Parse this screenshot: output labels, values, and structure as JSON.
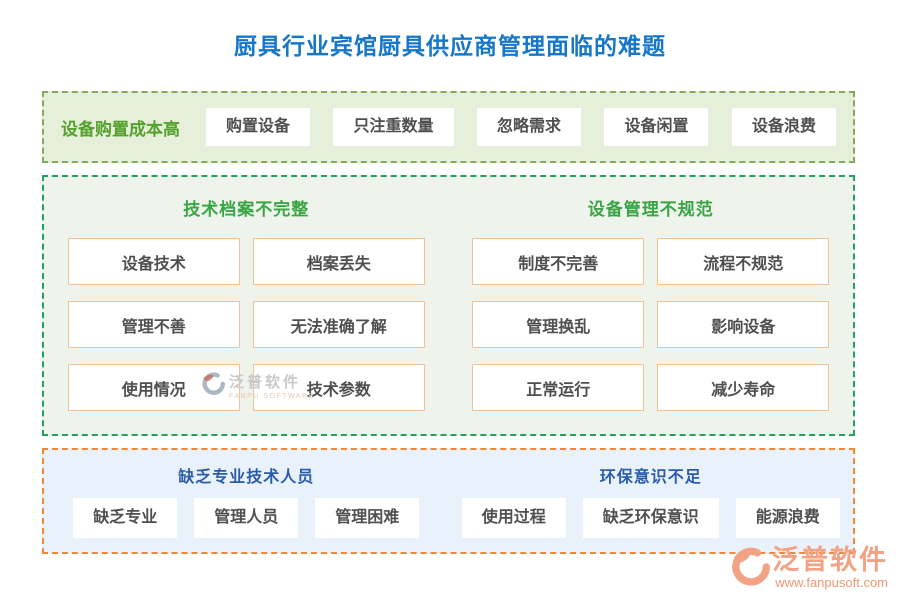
{
  "page": {
    "title": "厨具行业宾馆厨具供应商管理面临的难题"
  },
  "sections": {
    "cost": {
      "label": "设备购置成本高",
      "items": [
        "购置设备",
        "只注重数量",
        "忽略需求",
        "设备闲置",
        "设备浪费"
      ]
    },
    "middle": {
      "groups": [
        {
          "header": "技术档案不完整",
          "items": [
            "设备技术",
            "档案丢失",
            "管理不善",
            "无法准确了解",
            "使用情况",
            "技术参数"
          ]
        },
        {
          "header": "设备管理不规范",
          "items": [
            "制度不完善",
            "流程不规范",
            "管理换乱",
            "影响设备",
            "正常运行",
            "减少寿命"
          ]
        }
      ]
    },
    "bottom": {
      "groups": [
        {
          "header": "缺乏专业技术人员",
          "items": [
            "缺乏专业",
            "管理人员",
            "管理困难"
          ]
        },
        {
          "header": "环保意识不足",
          "items": [
            "使用过程",
            "缺乏环保意识",
            "能源浪费"
          ]
        }
      ]
    }
  },
  "watermark": {
    "brand": "泛普软件",
    "brand_en": "FANPU SOFTWARE"
  },
  "footer": {
    "brand": "泛普软件",
    "url": "www.fanpusoft.com"
  },
  "colors": {
    "title": "#1677c8",
    "s1_bg": "#e6efd9",
    "s1_border": "#84aa5c",
    "s1_label": "#55a12e",
    "s2_bg": "#eef3ec",
    "s2_border": "#21a25d",
    "s2_header": "#3aa544",
    "s3_bg": "#e9f1fb",
    "s3_border": "#ee8a36",
    "s3_header": "#2b5caa",
    "box_text": "#4f4f4f",
    "box_border": "#f3c193",
    "brand": "#f2a285",
    "brand_url": "#ee9776",
    "wm_text": "#c9c9c9",
    "wm_sub": "#e8c7ae",
    "wm_icon": "#aab8c4",
    "wm_icon_petal": "#c2705f"
  }
}
